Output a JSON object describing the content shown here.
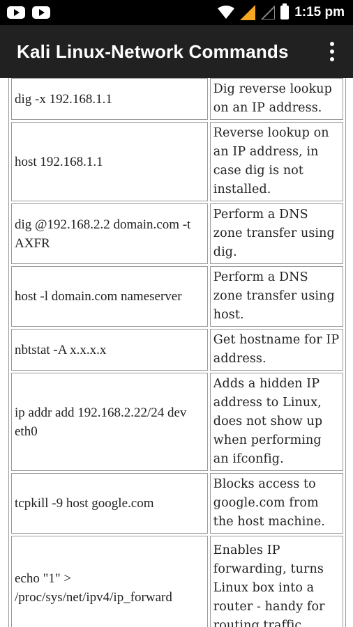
{
  "status_bar": {
    "time": "1:15 pm",
    "icons": [
      "youtube-icon",
      "youtube-icon",
      "wifi-icon",
      "signal-icon",
      "signal-empty-icon",
      "battery-icon"
    ]
  },
  "app_bar": {
    "title": "Kali Linux-Network Commands",
    "menu_icon": "overflow-menu-icon"
  },
  "commands": [
    {
      "command": "dig -x 192.168.1.1",
      "description": "Dig reverse lookup on an IP address."
    },
    {
      "command": "host 192.168.1.1",
      "description": "Reverse lookup on an IP address, in case dig is not installed."
    },
    {
      "command": "dig @192.168.2.2 domain.com -t AXFR",
      "description": "Perform a DNS zone transfer using dig."
    },
    {
      "command": "host -l domain.com nameserver",
      "description": "Perform a DNS zone transfer using host."
    },
    {
      "command": "nbtstat -A x.x.x.x",
      "description": "Get hostname for IP address."
    },
    {
      "command": "ip addr add 192.168.2.22/24 dev eth0",
      "description": "Adds a hidden IP address to Linux, does not show up when performing an ifconfig."
    },
    {
      "command": "tcpkill -9 host google.com",
      "description": "Blocks access to google.com from the host machine."
    },
    {
      "command": "echo \"1\" > /proc/sys/net/ipv4/ip_forward",
      "description": "Enables IP forwarding, turns Linux box into a router - handy for routing traffic"
    }
  ],
  "colors": {
    "status_bar_bg": "#000000",
    "app_bar_bg": "#212121",
    "table_border": "#9a9a9a",
    "text": "#222222"
  }
}
